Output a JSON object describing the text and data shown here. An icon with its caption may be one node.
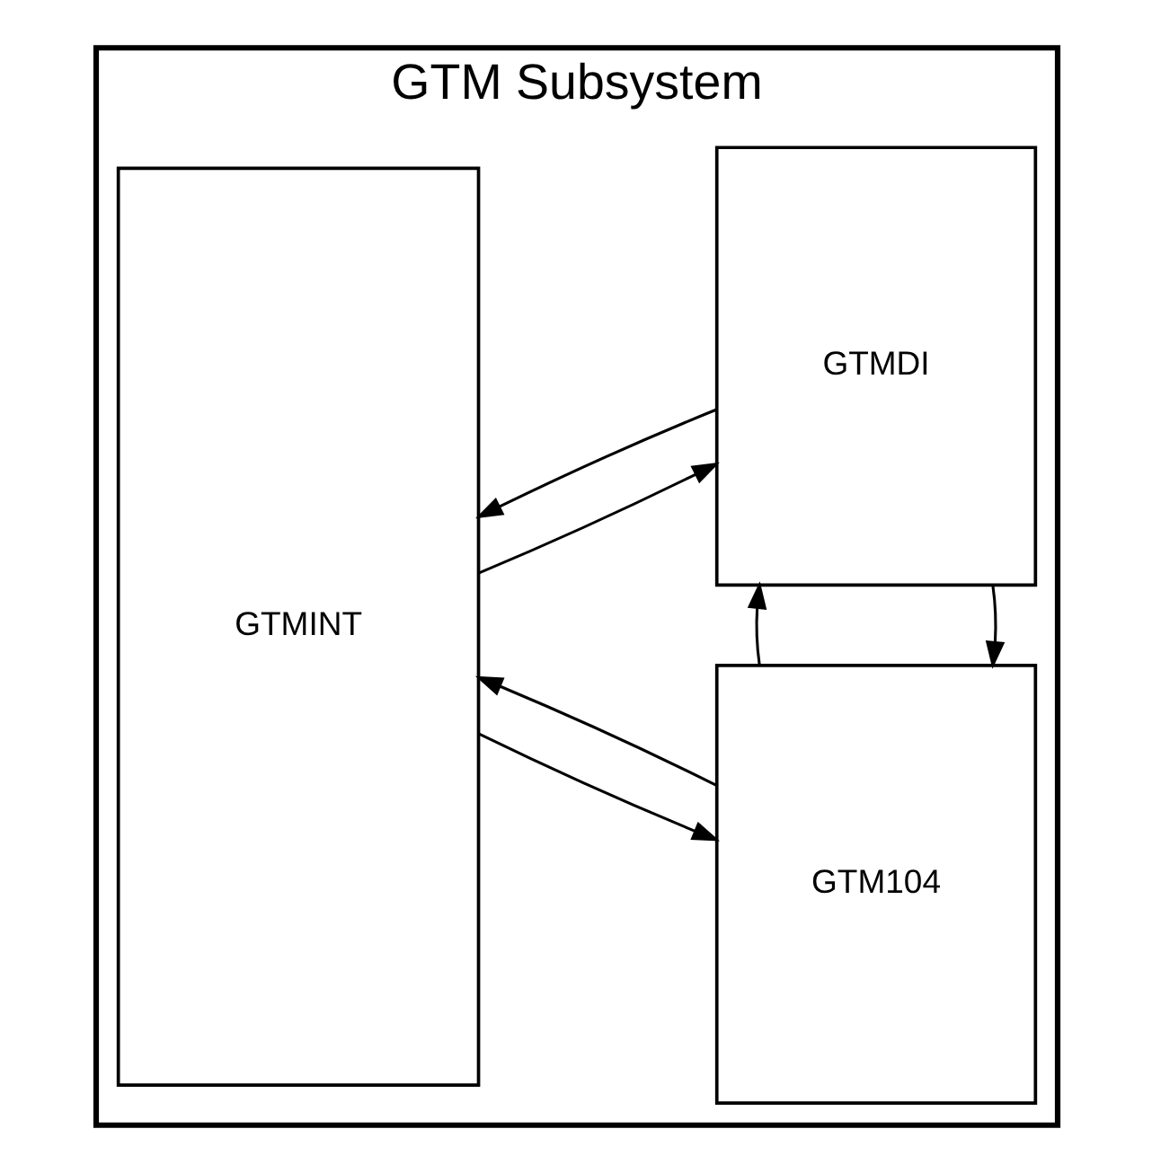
{
  "diagram": {
    "nodes": [
      {
        "text": [
          "GTM Subsystem"
        ]
      },
      {
        "text": [
          "GTMINT"
        ],
        "in": 0
      },
      {
        "text": [
          "GTM104"
        ],
        "in": 0
      },
      {
        "text": [
          "GTMDI"
        ],
        "in": 0
      }
    ],
    "edges": [
      {
        "from": 1,
        "to": 2,
        "arrow": "to"
      },
      {
        "from": 2,
        "to": 1,
        "arrow": "to"
      },
      {
        "from": 3,
        "to": 2,
        "arrow": "to"
      },
      {
        "from": 2,
        "to": 3,
        "arrow": "to"
      },
      {
        "from": 1,
        "to": 3,
        "arrow": "to"
      },
      {
        "from": 3,
        "to": 1,
        "arrow": "to"
      }
    ]
  }
}
